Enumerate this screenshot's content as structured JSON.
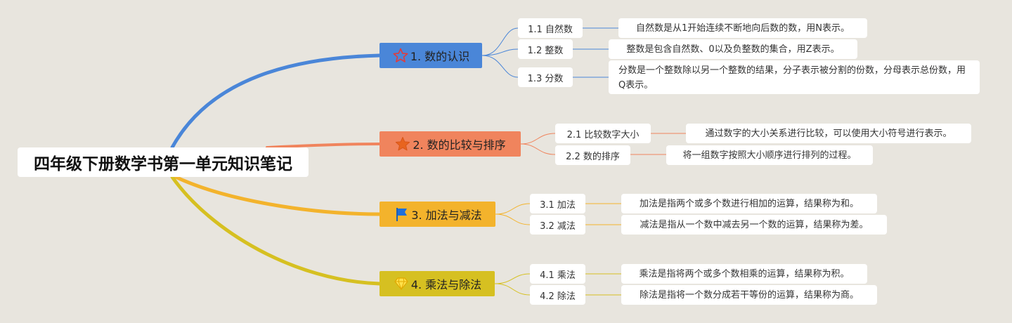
{
  "root": {
    "title": "四年级下册数学书第一单元知识笔记"
  },
  "colors": {
    "b1": "#4a86d8",
    "b2": "#f0845d",
    "b3": "#f3b32c",
    "b4": "#d6c021",
    "canvas": "#e8e5de"
  },
  "branches": [
    {
      "label": "1. 数的认识",
      "icon": "star-outline-icon",
      "subs": [
        {
          "label": "1.1 自然数",
          "desc": "自然数是从1开始连续不断地向后数的数，用N表示。"
        },
        {
          "label": "1.2 整数",
          "desc": "整数是包含自然数、0以及负整数的集合，用Z表示。"
        },
        {
          "label": "1.3 分数",
          "desc": "分数是一个整数除以另一个整数的结果，分子表示被分割的份数，分母表示总份数，用Q表示。"
        }
      ]
    },
    {
      "label": "2. 数的比较与排序",
      "icon": "star-filled-icon",
      "subs": [
        {
          "label": "2.1 比较数字大小",
          "desc": "通过数字的大小关系进行比较，可以使用大小符号进行表示。"
        },
        {
          "label": "2.2 数的排序",
          "desc": "将一组数字按照大小顺序进行排列的过程。"
        }
      ]
    },
    {
      "label": "3. 加法与减法",
      "icon": "flag-icon",
      "subs": [
        {
          "label": "3.1 加法",
          "desc": "加法是指两个或多个数进行相加的运算，结果称为和。"
        },
        {
          "label": "3.2 减法",
          "desc": "减法是指从一个数中减去另一个数的运算，结果称为差。"
        }
      ]
    },
    {
      "label": "4. 乘法与除法",
      "icon": "diamond-icon",
      "subs": [
        {
          "label": "4.1 乘法",
          "desc": "乘法是指将两个或多个数相乘的运算，结果称为积。"
        },
        {
          "label": "4.2 除法",
          "desc": "除法是指将一个数分成若干等份的运算，结果称为商。"
        }
      ]
    }
  ]
}
